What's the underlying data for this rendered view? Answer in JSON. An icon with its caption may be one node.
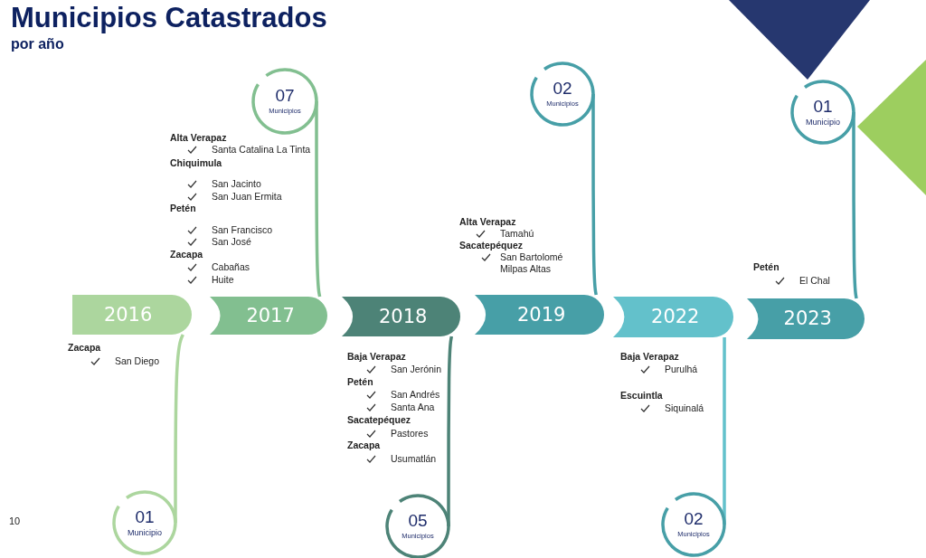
{
  "diagram": {
    "title": "Municipios Catastrados",
    "nodes": [
      {
        "text": [
          "07",
          "Municipios"
        ]
      },
      {
        "text": [
          "02",
          "Municipios"
        ]
      },
      {
        "text": [
          "01",
          "Municipio"
        ]
      },
      {
        "text": [
          "2016"
        ]
      },
      {
        "text": [
          "2017"
        ]
      },
      {
        "text": [
          "2018"
        ]
      },
      {
        "text": [
          "2019"
        ]
      },
      {
        "text": [
          "2022"
        ]
      },
      {
        "text": [
          "2023"
        ]
      },
      {
        "text": [
          "01",
          "Municipio"
        ]
      },
      {
        "text": [
          "05",
          "Municipios"
        ]
      },
      {
        "text": [
          "02",
          "Municipios"
        ]
      }
    ],
    "edges": [
      {
        "from": 3,
        "to": 9,
        "arrow": "none",
        "color": "#acd69e"
      },
      {
        "from": 4,
        "to": 0,
        "arrow": "none",
        "color": "#82bf90"
      },
      {
        "from": 5,
        "to": 10,
        "arrow": "none",
        "color": "#4d8377"
      },
      {
        "from": 6,
        "to": 1,
        "arrow": "none",
        "color": "#479fa7"
      },
      {
        "from": 7,
        "to": 11,
        "arrow": "none",
        "color": "#63c1cb"
      },
      {
        "from": 8,
        "to": 2,
        "arrow": "none",
        "color": "#479fa7"
      }
    ],
    "labels": [
      "por año",
      "Alta Verapaz",
      "Santa Catalina La Tinta",
      "Chiquimula",
      "San Jacinto",
      "San Juan Ermita",
      "Petén",
      "San Francisco",
      "San José",
      "Zacapa",
      "Cabañas",
      "Huite",
      "Alta Verapaz",
      "Tamahú",
      "Sacatepéquez",
      "San Bartolomé Milpas Altas",
      "Petén",
      "El Chal",
      "Zacapa",
      "San Diego",
      "Baja Verapaz",
      "San Jerónin",
      "Petén",
      "San Andrés",
      "Santa Ana",
      "Sacatepéquez",
      "Pastores",
      "Zacapa",
      "Usumatlán",
      "Baja Verapaz",
      "Purulhá",
      "Escuintla",
      "Siquinalá",
      "10"
    ]
  }
}
